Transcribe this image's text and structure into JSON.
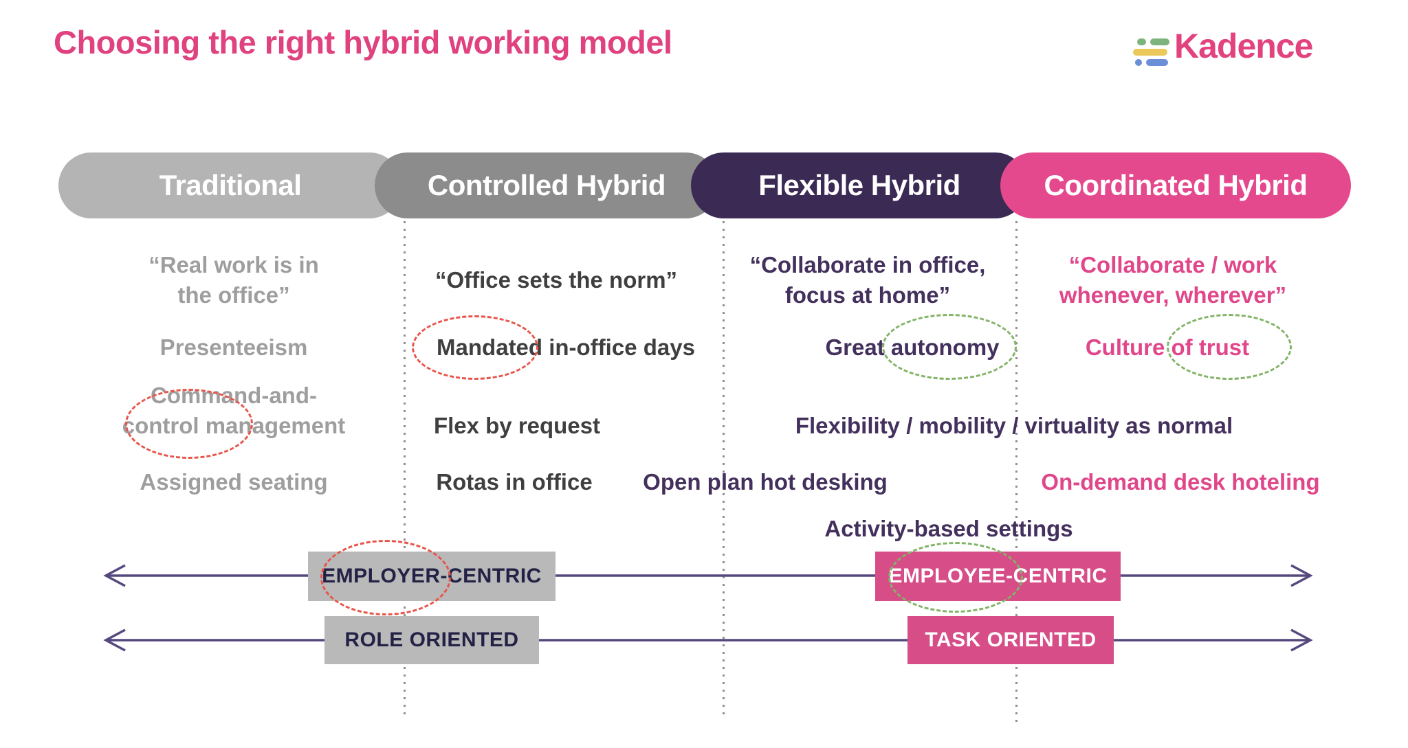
{
  "title": "Choosing the right hybrid working model",
  "logo": {
    "brand": "Kadence"
  },
  "colors": {
    "title_pink": "#e0417f",
    "pill_gray_light": "#b4b4b4",
    "pill_gray_mid": "#8c8c8c",
    "pill_purple": "#3a2a54",
    "pill_pink": "#e5498d",
    "text_gray": "#9e9e9e",
    "text_charcoal": "#3f3f3f",
    "text_purple": "#43305c",
    "text_pink": "#e0478a",
    "arrow_purple": "#56487e",
    "circle_red": "#e8554a",
    "circle_green": "#82b366",
    "logo_bar_green": "#7db47d",
    "logo_bar_yellow": "#eac95a",
    "logo_bar_blue": "#6a8fd8"
  },
  "headers": [
    {
      "label": "Traditional"
    },
    {
      "label": "Controlled Hybrid"
    },
    {
      "label": "Flexible Hybrid"
    },
    {
      "label": "Coordinated Hybrid"
    }
  ],
  "cells": {
    "traditional_quote_1": "“Real work is in",
    "traditional_quote_2": "the office”",
    "controlled_quote": "“Office sets the norm”",
    "flexible_quote_1": "“Collaborate in office,",
    "flexible_quote_2": "focus at home”",
    "coordinated_quote_1": "“Collaborate / work",
    "coordinated_quote_2": "whenever, wherever”",
    "presenteeism": "Presenteeism",
    "mandated": "Mandated in-office days",
    "great_autonomy": "Great autonomy",
    "culture_of_trust": "Culture of trust",
    "command_1": "Command-and-",
    "command_2": "control management",
    "flex_by_request": "Flex by request",
    "flexibility_normal": "Flexibility / mobility / virtuality as normal",
    "assigned_seating": "Assigned seating",
    "rotas": "Rotas in office",
    "open_plan": "Open plan hot desking",
    "on_demand": "On-demand desk hoteling",
    "activity_based": "Activity-based settings"
  },
  "axis_labels": {
    "employer": "EMPLOYER-CENTRIC",
    "employee": "EMPLOYEE-CENTRIC",
    "role": "ROLE ORIENTED",
    "task": "TASK ORIENTED"
  }
}
